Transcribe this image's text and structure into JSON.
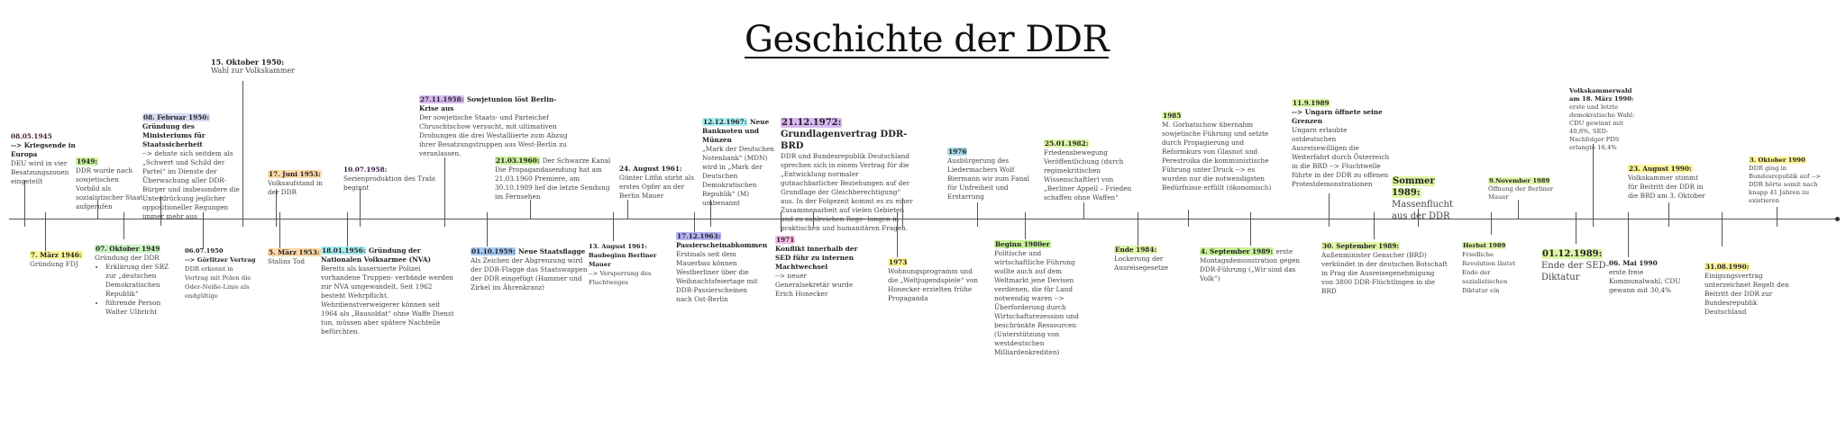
{
  "title": "Geschichte der DDR",
  "colors": {
    "yellow": "#fff59a",
    "green": "#c9f29a",
    "lime": "#dff5a8",
    "orange": "#ffd9a8",
    "cyan": "#a9eef2",
    "blue": "#a9c9f5",
    "purple": "#d9b8f2",
    "violet": "#b7b4f5",
    "pink": "#f7b9e3",
    "teal": "#a9dce8",
    "lavender": "#d9d9f5"
  },
  "events_above": [
    {
      "date": "08.05.1945",
      "headline": "--> Kriegsende in Europa",
      "text": "DEU wird in vier Besatzungszonen eingeteilt"
    },
    {
      "date": "1949:",
      "text": "DDR wurde nach sowjetischen Vorbild als sozialistischer Staat aufgerufen"
    },
    {
      "date": "08. Februar 1950:",
      "headline": "Gründung des Ministeriums für Staatssicherheit",
      "text": "--> dehnte sich seitdem als „Schwert und Schild der Partei“ im Dienste der Überwachung aller DDR-Bürger und insbesondere die Unterdrückung jeglicher oppositioneller Regungen immer mehr aus"
    },
    {
      "date": "15. Oktober 1950:",
      "text": "Wahl zur Volkskammer"
    },
    {
      "date": "17. Juni 1953:",
      "text": "Volksaufstand in der DDR"
    },
    {
      "date": "10.07.1958:",
      "text": "Serienproduktion des Trabi beginnt"
    },
    {
      "date": "27.11.1958:",
      "headline": "Sowjetunion löst Berlin-Krise aus",
      "text": "Der sowjetische Staats- und Parteichef Chruschtschow versucht, mit ultimativen Drohungen die drei Westalliierte zum Abzug ihrer Besatzungstruppen aus West-Berlin zu veranlassen."
    },
    {
      "date": "21.03.1960:",
      "headline": "Der Schwarze Kanal",
      "text": "Die Propagandasendung hat am 21.03.1960 Premiere, am 30.10.1989 lief die letzte Sendung im Fernsehen"
    },
    {
      "date": "24. August 1961:",
      "text": "Günter Litfin stirbt als erstes Opfer an der Berlin Mauer"
    },
    {
      "date": "12.12.1967:",
      "headline": "Neue Banknoten und Münzen",
      "text": "„Mark der Deutschen Notenbank“ (MDN) wird in „Mark der Deutschen Demokratischen Republik“ (M) umbenannt"
    },
    {
      "date": "21.12.1972:",
      "headline": "Grundlagenvertrag DDR-BRD",
      "text": "DDR und Bundesrepublik Deutschland sprechen sich in einem Vertrag für die „Entwicklung normaler gutnachbarlicher Beziehungen auf der Grundlage der Gleichberechtigung“ aus. In der Folgezeit kommt es zu einer Zusammenarbeit auf vielen Gebieten und zu zahlreichen Rege- lungen in praktischen und humanitären Fragen."
    },
    {
      "date": "1976",
      "text": "Ausbürgerung des Liedermachers Wolf Biermann wir zum Fanal für Unfreiheit und Erstarrung"
    },
    {
      "date": "25.01.1982:",
      "text": "Friedensbewegung Veröffentlichung (durch regimekritischen Wissenschaftler) von „Berliner Appell – Frieden schaffen ohne Waffen“"
    },
    {
      "date": "1985",
      "text": "M. Gorbatschow übernahm sowjetische Führung und setzte durch Propagierung und Reformkurs von Glasnot und Perestroika die kommunistische Führung unter Druck --> es wurden nur die notwendigsten Bedürfnisse erfüllt (ökonomisch)"
    },
    {
      "date": "11.9.1989",
      "headline": "--> Ungarn öffnete seine Grenzen",
      "text": "Ungarn erlaubte ostdeutschen Ausreisewilligen die Weiterfahrt durch Österreich in die BRD --> Fluchtwelle führte in der DDR zu offenen Protestdemonstrationen"
    },
    {
      "date": "Sommer 1989:",
      "text": "Massenflucht aus der DDR"
    },
    {
      "date": "9.November 1989",
      "text": "Öffnung der Berliner Mauer"
    },
    {
      "date": "Volkskammerwahl am 18. März 1990:",
      "text": "erste und letzte demokratische Wahl: CDU gewinnt mit 40,8%, SED-Nachfolger PDS erlangte 16,4%"
    },
    {
      "date": "23. August 1990:",
      "text": "Volkskammer stimmt für Beitritt der DDR in die BRD am 3. Oktober"
    },
    {
      "date": "3. Oktober 1990",
      "text": "DDR ging in Bundesrepublik auf --> DDR hörte somit nach knapp 41 Jahren zu existieren"
    }
  ],
  "events_below": [
    {
      "date": "7. März 1946:",
      "text": "Gründung FDJ"
    },
    {
      "date": "07. Oktober 1949",
      "text": "Gründung der DDR",
      "bullets": [
        "Erklärung der SBZ zur „deutschen Demokratischen Republik“",
        "führende Person Walter Ulbricht"
      ]
    },
    {
      "date": "06.07.1950",
      "headline": "--> Görlitzer Vertrag",
      "text": "DDR erkennt in Vertrag mit Polen die Oder-Neiße-Linie als endgültige"
    },
    {
      "date": "5. März 1953:",
      "text": "Stalins Tod"
    },
    {
      "date": "18.01.1956:",
      "headline": "Gründung der Nationalen Volksarmee (NVA)",
      "text": "Bereits als kasernierte Polizei vorhandene Truppen- verbände werden zur NVA umgewandelt. Seit 1962 besteht Wehrpflicht. Wehrdienstverweigerer können seit 1964 als „Bausoldat“ ohne Waffe Dienst tun, müssen aber spätere Nachteile befürchten."
    },
    {
      "date": "01.10.1959:",
      "headline": "Neue Staatsflagge",
      "text": "Als Zeichen der Abgrenzung wird der DDR-Flagge das Staatswappen der DDR eingefügt (Hammer und Zirkel im Ährenkranz)"
    },
    {
      "date": "13. August 1961:",
      "headline": "Baubeginn Berliner Mauer",
      "text": "--> Versperrung des Fluchtweges"
    },
    {
      "date": "17.12.1963:",
      "headline": "Passierscheinabkommen",
      "text": "Erstmals seit dem Mauerbau können Westberliner über die Weihnachtsfeiertage mit DDR-Passierscheinen nach Ost-Berlin"
    },
    {
      "date": "1971",
      "headline": "Konflikt innerhalb der SED führ zu internen Machtwechsel",
      "text": "--> neuer Generalsekretär wurde Erich Honecker"
    },
    {
      "date": "1973",
      "text": "Wohnungsprogramm und die „Weltjugendspiele“ von Honecker erzielten frühe Propaganda"
    },
    {
      "date": "Beginn 1980er",
      "text": "Politische und wirtschaftliche Führung wollte auch auf dem Weltmarkt jene Devisen verdienen, die für Land notwendig waren --> Überforderung durch Wirtschaftsrezession und beschränkte Ressourcen (Unterstützung von westdeutschen Milliardenkrediten)"
    },
    {
      "date": "Ende 1984:",
      "text": "Lockerung der Ausreisegesetze"
    },
    {
      "date": "4. September 1989:",
      "text": "erste Montagsdemonstration gegen DDR-Führung („Wir sind das Volk“)"
    },
    {
      "date": "30. September 1989:",
      "text": "Außenminister Genscher (BRD) verkündet in der deutschen Botschaft in Prag die Ausreisegenehmigung von 3800 DDR-Flüchtlingen in die BRD"
    },
    {
      "date": "Herbst 1989",
      "text": "Friedliche Revolution läutet Ende der sozialistischen Diktatur ein"
    },
    {
      "date": "01.12.1989:",
      "text": "Ende der SED-Diktatur"
    },
    {
      "date": "06. Mai 1990",
      "text": "erste freie Kommunalwahl, CDU gewann mit 30,4%"
    },
    {
      "date": "31.08.1990:",
      "text": "Einigungsvertrag unterzeichnet Regelt den Beitritt der DDR zur Bundesrepublik Deutschland"
    }
  ]
}
